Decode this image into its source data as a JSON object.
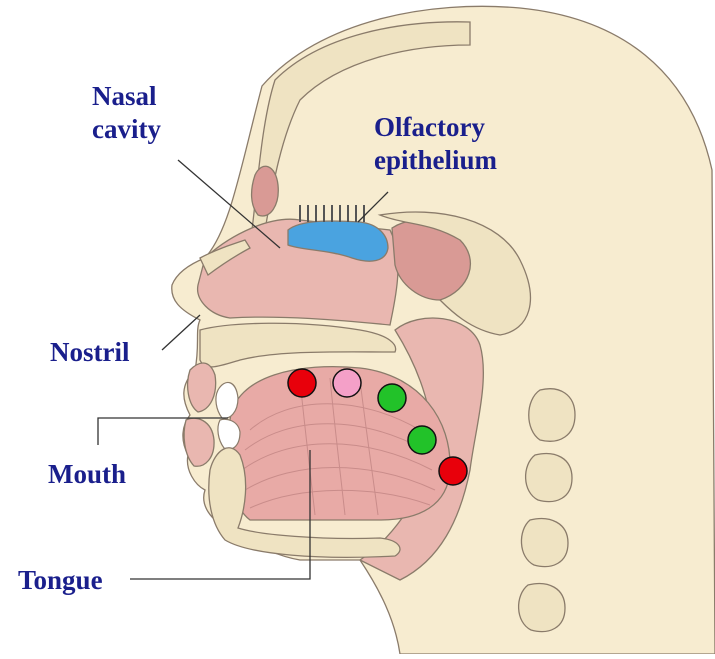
{
  "labels": {
    "nasal_cavity": "Nasal\ncavity",
    "olfactory_epithelium": "Olfactory\nepithelium",
    "nostril": "Nostril",
    "mouth": "Mouth",
    "tongue": "Tongue"
  },
  "colors": {
    "label_text": "#1a1f8c",
    "skin": "#f7ecd0",
    "outline": "#8a7b6a",
    "flesh": "#e9b7b0",
    "flesh_dark": "#d99a95",
    "bone": "#efe3c2",
    "bone_dots": "#c9b487",
    "tongue": "#e8aaa6",
    "olfactory": "#4aa3e0",
    "leader_line": "#333333"
  },
  "taste_markers": [
    {
      "name": "taste-dot-front-left",
      "color": "#e8000b"
    },
    {
      "name": "taste-dot-front-right",
      "color": "#f4a0c8"
    },
    {
      "name": "taste-dot-mid-upper",
      "color": "#22c229"
    },
    {
      "name": "taste-dot-mid-lower",
      "color": "#22c229"
    },
    {
      "name": "taste-dot-back",
      "color": "#e8000b"
    }
  ]
}
